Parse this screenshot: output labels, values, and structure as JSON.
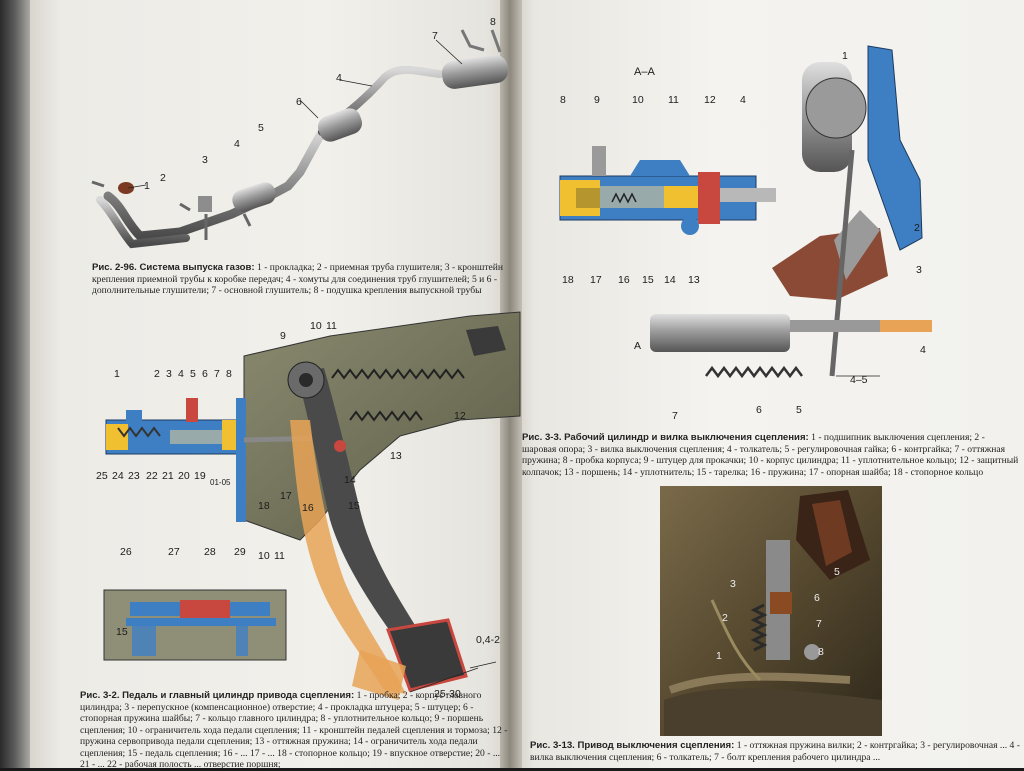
{
  "left_page": {
    "fig_296": {
      "title": "Рис. 2-96. Система выпуска газов:",
      "text": " 1 - прокладка; 2 - приемная труба глушителя; 3 - кронштейн крепления приемной трубы к коробке передач; 4 - хомуты для соединения труб глушителей; 5 и 6 - дополнительные глушители; 7 - основной глушитель; 8 - подушка крепления выпускной трубы",
      "labels": [
        "1",
        "2",
        "3",
        "4",
        "5",
        "6",
        "7",
        "8",
        "4"
      ]
    },
    "fig_32": {
      "title": "Рис. 3-2. Педаль и главный цилиндр привода сцепления:",
      "text": " 1 - пробка; 2 - корпус главного цилиндра; 3 - перепускное (компенсационное) отверстие; 4 - прокладка штуцера; 5 - штуцер; 6 - стопорная пружина шайбы; 7 - кольцо главного цилиндра; 8 - уплотнительное кольцо; 9 - поршень сцепления; 10 - ограничитель хода педали сцепления; 11 - кронштейн педалей сцепления и тормоза; 12 - пружина сервопривода педали сцепления; 13 - оттяжная пружина; 14 - ограничитель хода педали сцепления; 15 - педаль сцепления; 16 - ... 17 - ... 18 - стопорное кольцо; 19 - впускное отверстие; 20 - ... 21 - ... 22 - рабочая полость ... отверстие поршня;",
      "labels_top": [
        "1",
        "2",
        "3",
        "4",
        "5",
        "6",
        "7",
        "8",
        "9",
        "10",
        "11"
      ],
      "labels_bottom": [
        "25",
        "24",
        "23",
        "22",
        "21",
        "20",
        "19",
        "18",
        "17"
      ],
      "labels_pedal": [
        "12",
        "13",
        "14",
        "15",
        "16"
      ],
      "labels_inset": [
        "26",
        "27",
        "28",
        "29",
        "10",
        "11",
        "15"
      ],
      "dims": [
        "0,4-2",
        "25-30"
      ],
      "stamp": "01-05"
    }
  },
  "right_page": {
    "section": "А–А",
    "fig_33": {
      "title": "Рис. 3-3. Рабочий цилиндр и вилка выключения сцепления:",
      "text": " 1 - подшипник выключения сцепления; 2 - шаровая опора; 3 - вилка выключения сцепления; 4 - толкатель; 5 - регулировочная гайка; 6 - контргайка; 7 - оттяжная пружина; 8 - пробка корпуса; 9 - штуцер для прокачки; 10 - корпус цилиндра; 11 - уплотнительное кольцо; 12 - защитный колпачок; 13 - поршень; 14 - уплотнитель; 15 - тарелка; 16 - пружина; 17 - опорная шайба; 18 - стопорное кольцо",
      "labels_top": [
        "8",
        "9",
        "10",
        "11",
        "12",
        "4"
      ],
      "labels_bottom": [
        "18",
        "17",
        "16",
        "15",
        "14",
        "13"
      ],
      "labels_fork": [
        "1",
        "2",
        "3",
        "4",
        "5",
        "6",
        "7"
      ],
      "section_mark": "А",
      "dim": "4–5"
    },
    "fig_313": {
      "title": "Рис. 3-13. Привод выключения сцепления:",
      "text": " 1 - оттяжная пружина вилки; 2 - контргайка; 3 - регулировочная ... 4 - вилка выключения сцепления; 6 - толкатель; 7 - болт крепления рабочего цилиндра ...",
      "labels": [
        "1",
        "2",
        "3",
        "5",
        "6",
        "7",
        "8"
      ]
    }
  }
}
